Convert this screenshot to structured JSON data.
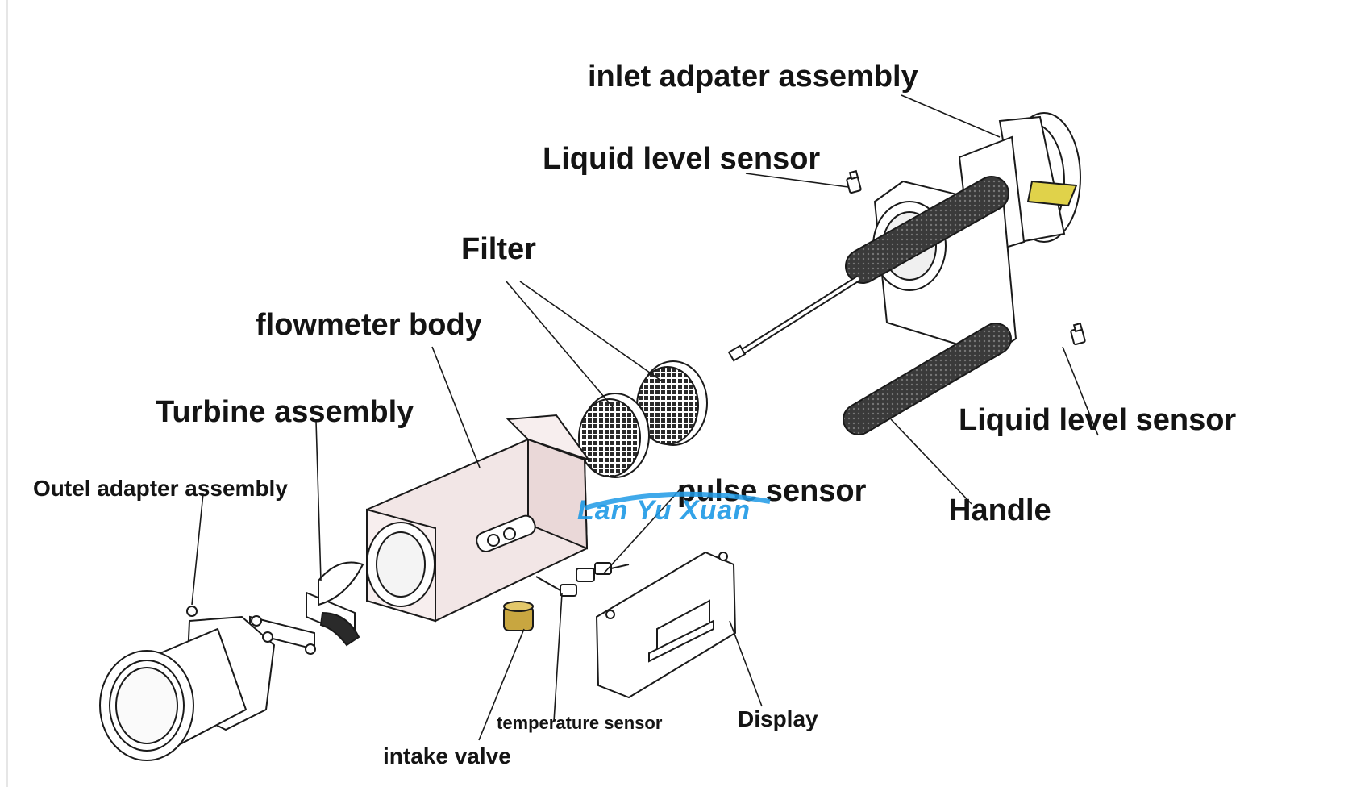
{
  "labels": {
    "inlet_adapter": "inlet adpater assembly",
    "liquid_level_top": "Liquid level sensor",
    "filter": "Filter",
    "flowmeter_body": "flowmeter body",
    "turbine": "Turbine assembly",
    "outlet_adapter": "Outel adapter assembly",
    "pulse_sensor": "pulse sensor",
    "liquid_level_right": "Liquid level sensor",
    "handle": "Handle",
    "temperature_sensor": "temperature sensor",
    "display": "Display",
    "intake_valve": "intake valve"
  },
  "watermark": {
    "text": "Lan Yu Xuan",
    "color": "#1e9ae6"
  },
  "colors": {
    "line": "#1a1a1a",
    "body_fill": "#f2e6e6",
    "mesh": "#2a2a2a",
    "accent_yellow": "#e0d24a",
    "valve": "#c8a640"
  }
}
